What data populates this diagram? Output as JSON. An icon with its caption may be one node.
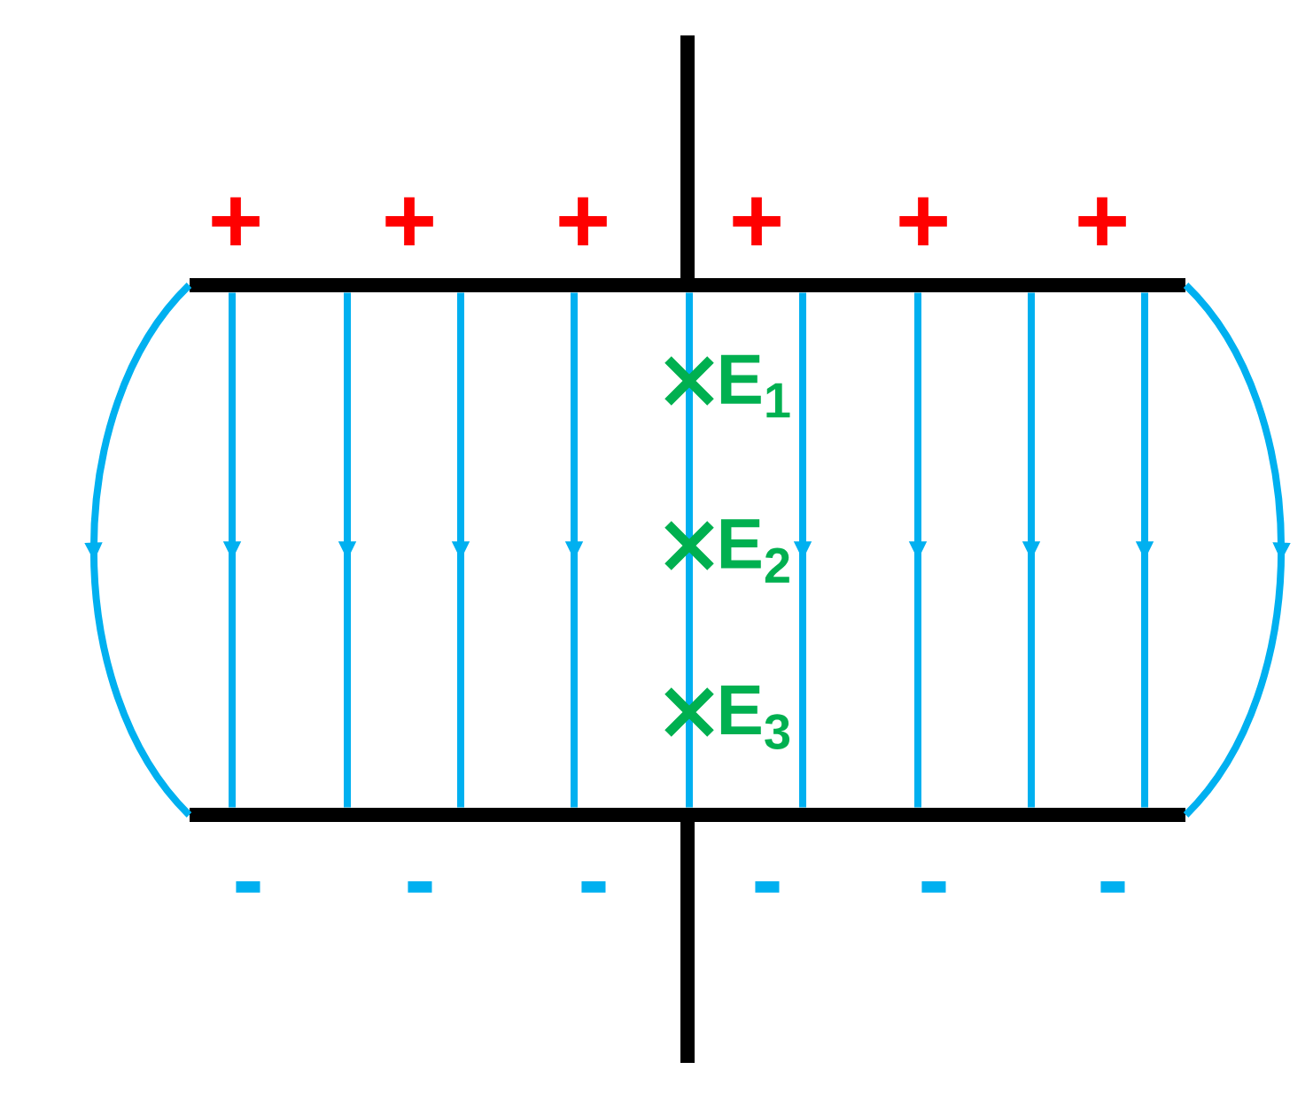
{
  "diagram": {
    "nodes": [
      {
        "text": [],
        "shape": "bar"
      },
      {
        "text": [],
        "shape": "bar"
      }
    ],
    "edges": [
      {
        "from": 0,
        "to": 1,
        "arrow": "to"
      },
      {
        "from": 0,
        "to": 1,
        "arrow": "to"
      },
      {
        "from": 0,
        "to": 1,
        "arrow": "to"
      },
      {
        "from": 0,
        "to": 1,
        "arrow": "to"
      },
      {
        "from": 0,
        "to": 1,
        "arrow": "to"
      },
      {
        "from": 0,
        "to": 1,
        "arrow": "none"
      },
      {
        "from": 0,
        "to": 1,
        "arrow": "to"
      },
      {
        "from": 0,
        "to": 1,
        "arrow": "to"
      },
      {
        "from": 0,
        "to": 1,
        "arrow": "to"
      },
      {
        "from": 0,
        "to": 1,
        "arrow": "to"
      },
      {
        "from": 0,
        "to": 1,
        "arrow": "to"
      }
    ],
    "labels": [
      "+",
      "+",
      "+",
      "+",
      "+",
      "+",
      "-",
      "-",
      "-",
      "-",
      "-",
      "-",
      "E$_{1}$",
      "E$_{2}$",
      "E$_{3}$"
    ]
  }
}
